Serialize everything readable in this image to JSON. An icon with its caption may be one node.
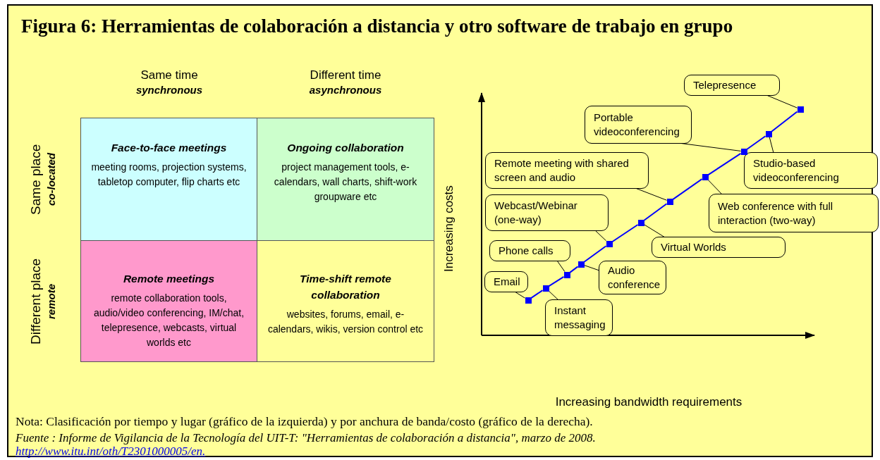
{
  "diagram": {
    "title": "Figura 6: Herramientas de colaboración a distancia y otro software de trabajo en grupo",
    "nodes": [
      {
        "text": [
          "Face-to-face meetings",
          "meeting rooms, projection systems, tabletop computer, flip charts etc"
        ]
      },
      {
        "text": [
          "Ongoing collaboration",
          "project management tools, e-calendars, wall charts, shift-work groupware etc"
        ]
      },
      {
        "text": [
          "Remote meetings",
          "remote collaboration tools, audio/video conferencing, IM/chat, telepresence, webcasts, virtual worlds etc"
        ]
      },
      {
        "text": [
          "Time-shift remote collaboration",
          "websites, forums, email, e-calendars, wikis, version control etc"
        ]
      },
      {
        "text": [
          "Telepresence"
        ]
      },
      {
        "text": [
          "Portable videoconferencing"
        ]
      },
      {
        "text": [
          "Studio-based videoconferencing"
        ]
      },
      {
        "text": [
          "Remote meeting with shared screen and audio"
        ]
      },
      {
        "text": [
          "Web conference  with full interaction (two-way)"
        ]
      },
      {
        "text": [
          "Webcast/Webinar (one-way)"
        ]
      },
      {
        "text": [
          "Virtual Worlds"
        ]
      },
      {
        "text": [
          "Phone calls"
        ]
      },
      {
        "text": [
          "Audio conference"
        ]
      },
      {
        "text": [
          "Email"
        ]
      },
      {
        "text": [
          "Instant messaging"
        ]
      },
      {
        "text": [],
        "shape": "box"
      },
      {
        "text": [],
        "shape": "box"
      },
      {
        "text": [],
        "shape": "box"
      },
      {
        "text": [],
        "shape": "box"
      },
      {
        "text": [],
        "shape": "box"
      },
      {
        "text": [],
        "shape": "box"
      },
      {
        "text": [],
        "shape": "box"
      },
      {
        "text": [],
        "shape": "box"
      },
      {
        "text": [],
        "shape": "box"
      },
      {
        "text": [],
        "shape": "box"
      },
      {
        "text": [],
        "shape": "box"
      }
    ],
    "edges": [
      {
        "from": 13,
        "to": 15,
        "arrow": "none"
      },
      {
        "from": 14,
        "to": 16,
        "arrow": "none"
      },
      {
        "from": 11,
        "to": 17,
        "arrow": "none"
      },
      {
        "from": 12,
        "to": 18,
        "arrow": "none"
      },
      {
        "from": 9,
        "to": 19,
        "arrow": "none"
      },
      {
        "from": 10,
        "to": 20,
        "arrow": "none"
      },
      {
        "from": 7,
        "to": 21,
        "arrow": "none"
      },
      {
        "from": 8,
        "to": 22,
        "arrow": "none"
      },
      {
        "from": 5,
        "to": 23,
        "arrow": "none"
      },
      {
        "from": 6,
        "to": 24,
        "arrow": "none"
      },
      {
        "from": 4,
        "to": 25,
        "arrow": "none"
      },
      {
        "from": 15,
        "to": 16,
        "arrow": "none",
        "color": "#0000ff"
      },
      {
        "from": 16,
        "to": 17,
        "arrow": "none",
        "color": "#0000ff"
      },
      {
        "from": 17,
        "to": 18,
        "arrow": "none",
        "color": "#0000ff"
      },
      {
        "from": 18,
        "to": 19,
        "arrow": "none",
        "color": "#0000ff"
      },
      {
        "from": 19,
        "to": 20,
        "arrow": "none",
        "color": "#0000ff"
      },
      {
        "from": 20,
        "to": 21,
        "arrow": "none",
        "color": "#0000ff"
      },
      {
        "from": 21,
        "to": 22,
        "arrow": "none",
        "color": "#0000ff"
      },
      {
        "from": 22,
        "to": 23,
        "arrow": "none",
        "color": "#0000ff"
      },
      {
        "from": 23,
        "to": 24,
        "arrow": "none",
        "color": "#0000ff"
      },
      {
        "from": 24,
        "to": 25,
        "arrow": "none",
        "color": "#0000ff"
      }
    ],
    "labels": [
      "Same time",
      "synchronous",
      "Different time",
      "asynchronous",
      "Same place",
      "co-located",
      "Different place",
      "remote",
      "Increasing costs",
      "Increasing bandwidth requirements",
      "Nota: Clasificación por tiempo y lugar (gráfico de la izquierda) y por anchura de banda/costo (gráfico de la derecha).",
      "Fuente : Informe de Vigilancia de la Tecnología del UIT-T: \"Herramientas de colaboración a distancia\", marzo de 2008.",
      "http://www.itu.int/oth/T2301000005/en."
    ]
  }
}
